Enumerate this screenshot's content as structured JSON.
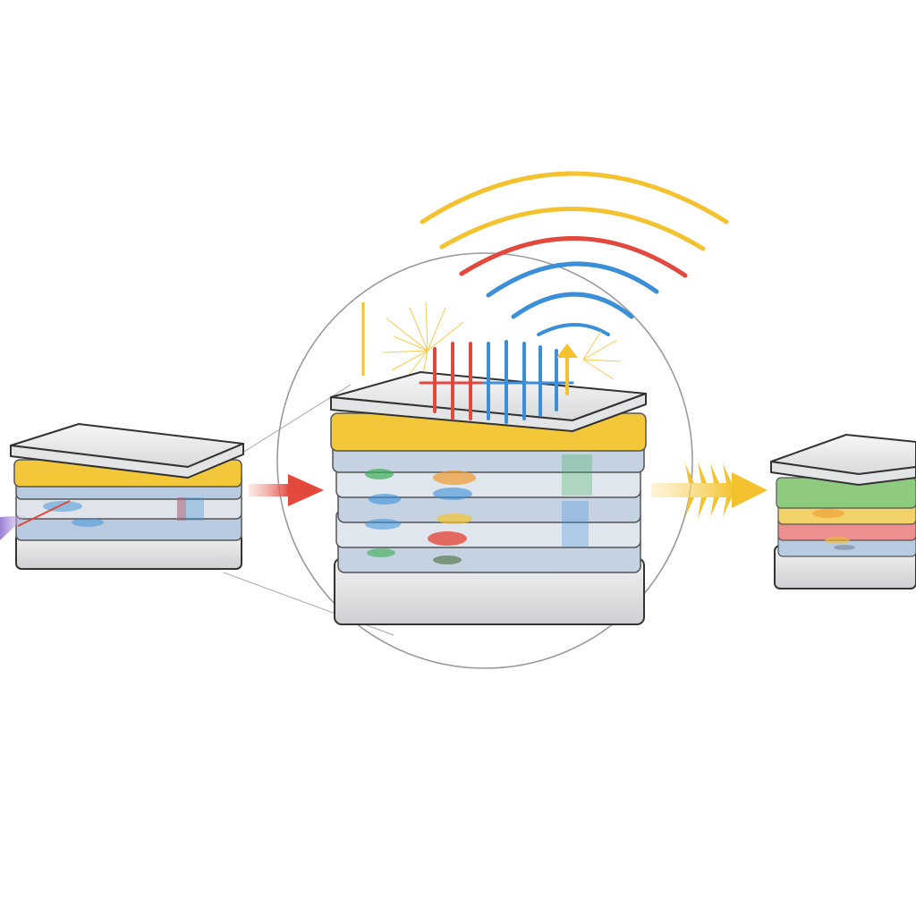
{
  "diagram": {
    "stacks": [
      {
        "id": "stack-left",
        "layers": [
          "#f2c83a",
          "#b9cbe0",
          "#b9cbe0",
          "#dfe4ea",
          "#b9cbe0"
        ]
      },
      {
        "id": "stack-center",
        "layers": [
          "#f2c83a",
          "#c4d2e2",
          "#dfe6ee",
          "#c4d2e2",
          "#c4d2e2",
          "#c4d2e2"
        ]
      },
      {
        "id": "stack-right",
        "layers": [
          "#8fcb7e",
          "#f2d36a",
          "#ee8f8f",
          "#c9a7d6",
          "#b9cbe0"
        ]
      }
    ],
    "colors": {
      "yellow": "#f4c22f",
      "red": "#e2483c",
      "blue": "#3a8fd8",
      "outline": "#333333",
      "top_face": "#e9e9ea",
      "lens": "#9a9a9a"
    },
    "icons": [
      "arrow-right-icon",
      "zigzag-arrow-icon",
      "wave-arc-icon",
      "spark-burst-icon",
      "magnifier-lens-icon"
    ]
  }
}
